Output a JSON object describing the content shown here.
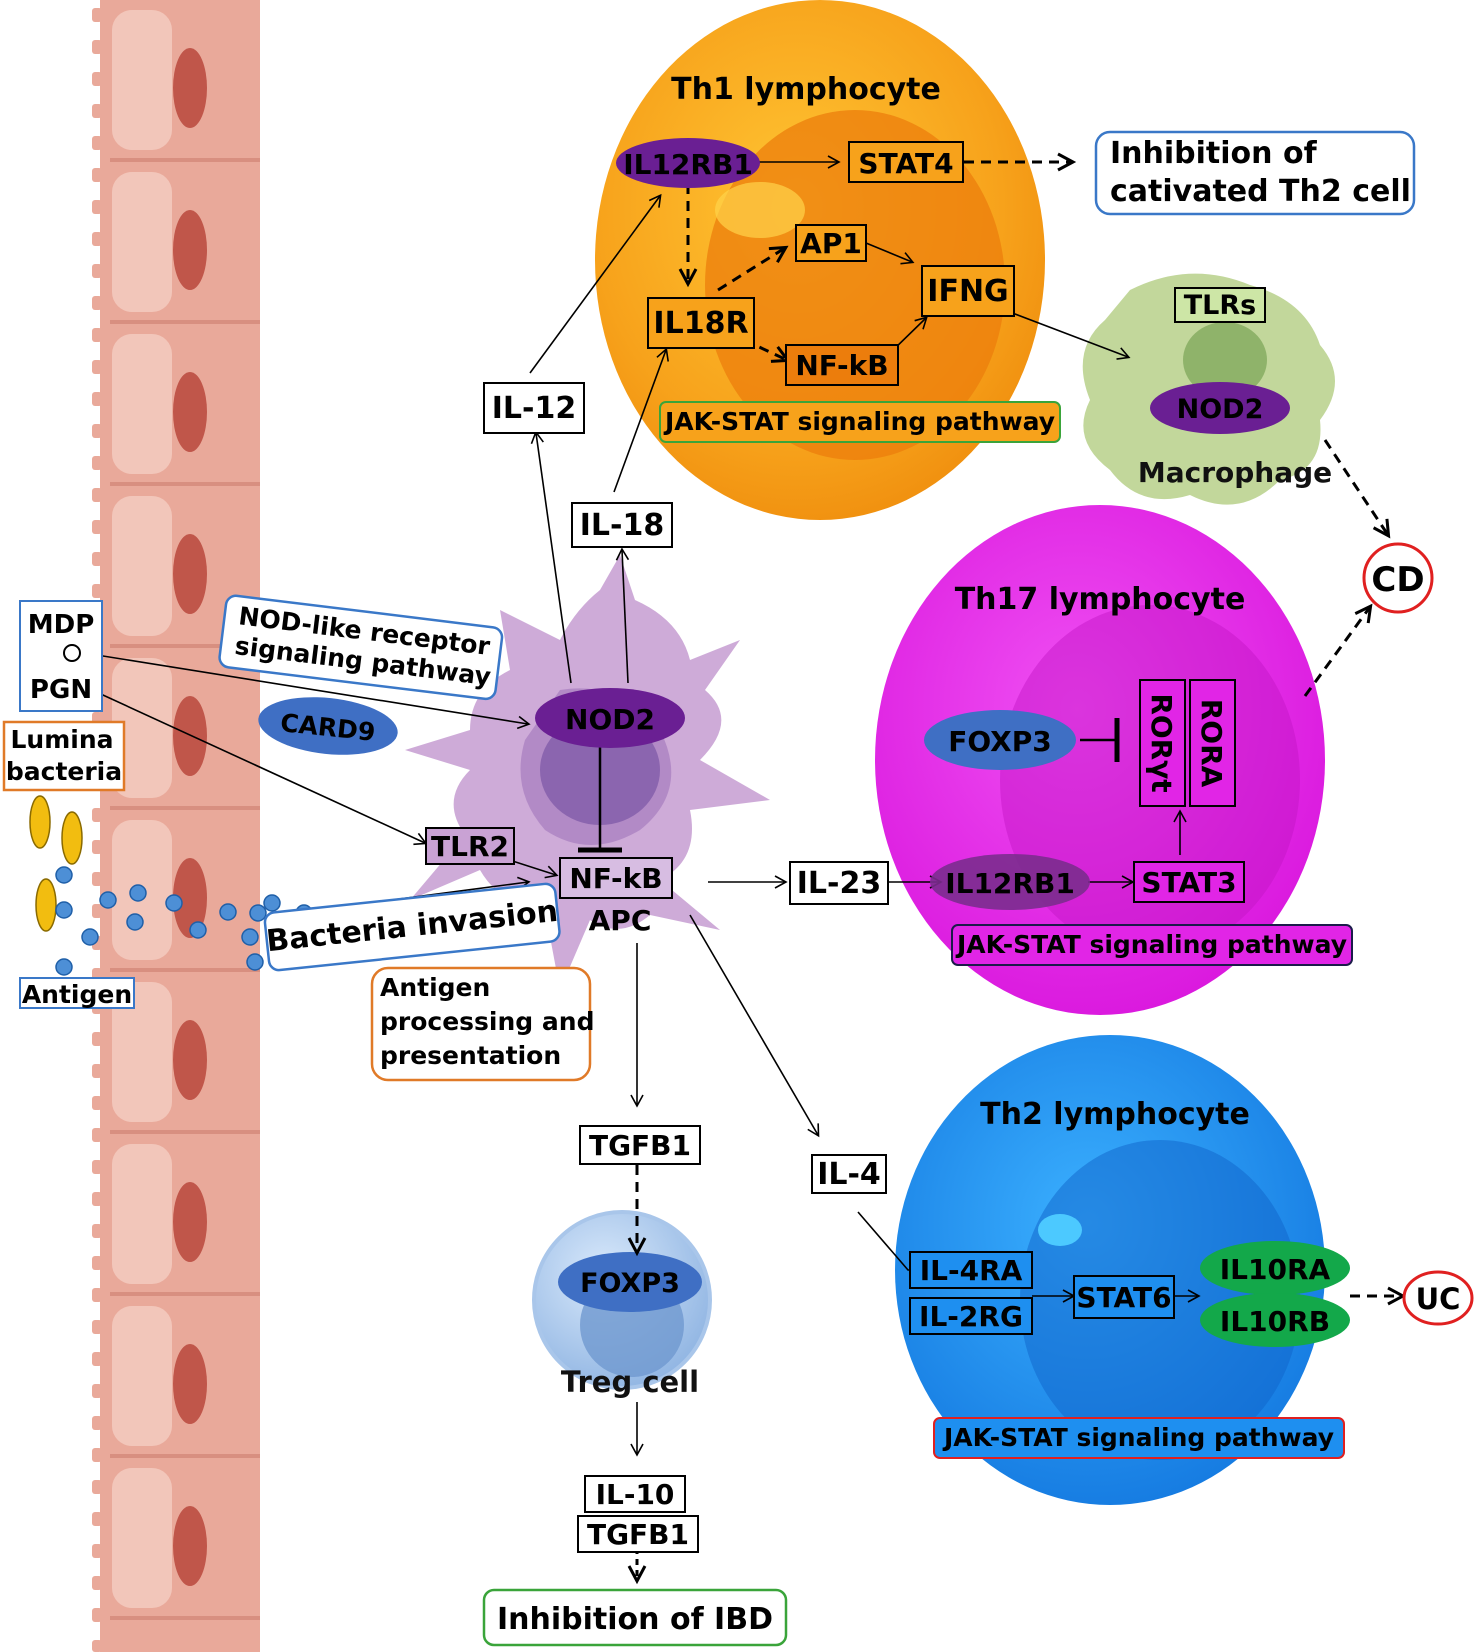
{
  "cells": {
    "th1": {
      "title": "Th1 lymphocyte",
      "pathway": "JAK-STAT signaling pathway",
      "color": "#f7a21b"
    },
    "th17": {
      "title": "Th17 lymphocyte",
      "pathway": "JAK-STAT signaling pathway",
      "color": "#e125e6"
    },
    "th2": {
      "title": "Th2 lymphocyte",
      "pathway": "JAK-STAT signaling pathway",
      "color": "#1e8ff0"
    },
    "macrophage": {
      "title": "Macrophage",
      "tlrs": "TLRs",
      "nod2": "NOD2"
    },
    "treg": {
      "title": "Treg cell",
      "foxp3": "FOXP3"
    },
    "apc": {
      "title": "APC",
      "nod2": "NOD2",
      "tlr2": "TLR2",
      "nfkb": "NF-kB"
    }
  },
  "th1_nodes": {
    "il12rb1": "IL12RB1",
    "stat4": "STAT4",
    "ap1": "AP1",
    "ifng": "IFNG",
    "il18r": "IL18R",
    "nfkb": "NF-kB"
  },
  "th17_nodes": {
    "foxp3": "FOXP3",
    "roryt": "RORγt",
    "rora": "RORA",
    "il12rb1": "IL12RB1",
    "stat3": "STAT3"
  },
  "th2_nodes": {
    "il4ra": "IL-4RA",
    "il2rg": "IL-2RG",
    "stat6": "STAT6",
    "il10ra": "IL10RA",
    "il10rb": "IL10RB"
  },
  "cytokines": {
    "il12": "IL-12",
    "il18": "IL-18",
    "il23": "IL-23",
    "il4": "IL-4",
    "tgfb1": "TGFB1",
    "il10": "IL-10",
    "tgfb1_out": "TGFB1"
  },
  "left": {
    "mdp": "MDP",
    "pgn": "PGN",
    "lumina1": "Lumina",
    "lumina2": "bacteria",
    "antigen": "Antigen",
    "card9": "CARD9",
    "nod_pathway1": "NOD-like  receptor",
    "nod_pathway2": "signaling pathway",
    "bacteria_invasion": "Bacteria invasion",
    "antigen_proc1": "Antigen",
    "antigen_proc2": "processing and",
    "antigen_proc3": "presentation"
  },
  "outcomes": {
    "inhib_th2_1": "Inhibition of",
    "inhib_th2_2": "cativated Th2 cell",
    "cd": "CD",
    "uc": "UC",
    "inhib_ibd": "Inhibition of IBD"
  },
  "colors": {
    "epithelium": "#e9a99a",
    "receptor_purple": "#6a1f93",
    "receptor_blue": "#3f6fc4",
    "receptor_green": "#13a84a",
    "outcome_red": "#e02020"
  }
}
